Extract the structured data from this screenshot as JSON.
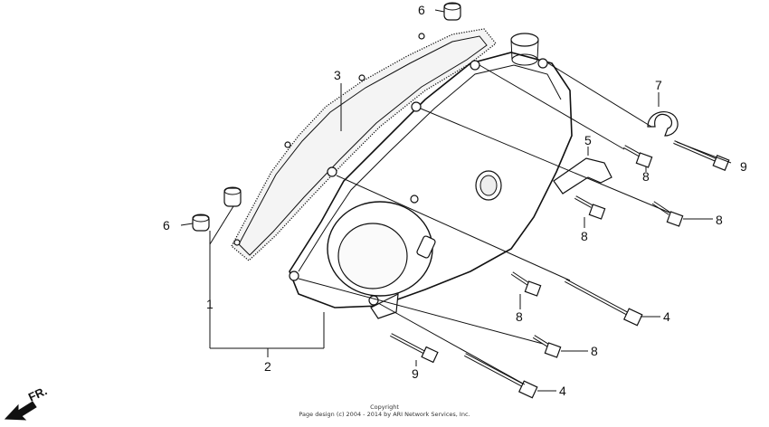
{
  "callouts": {
    "c1": "1",
    "c2": "2",
    "c3": "3",
    "c4a": "4",
    "c4b": "4",
    "c5": "5",
    "c6a": "6",
    "c6b": "6",
    "c7": "7",
    "c8a": "8",
    "c8b": "8",
    "c8c": "8",
    "c8d": "8",
    "c8e": "8",
    "c9a": "9",
    "c9b": "9"
  },
  "direction_label": "FR.",
  "copyright": {
    "line1": "Copyright",
    "line2": "Page design (c) 2004 - 2014 by ARI Network Services, Inc."
  }
}
